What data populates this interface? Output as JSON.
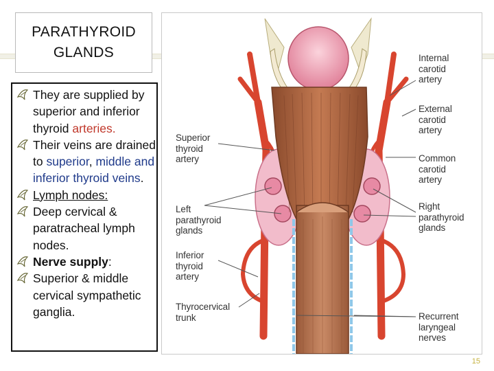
{
  "slide": {
    "title": "PARATHYROID\nGLANDS",
    "page_number": "15"
  },
  "bullets": [
    {
      "parts": [
        {
          "text": "They are supplied by superior and inferior thyroid "
        },
        {
          "text": "arteries.",
          "style": "red"
        }
      ]
    },
    {
      "parts": [
        {
          "text": "Their veins are drained to "
        },
        {
          "text": "superior",
          "style": "blue"
        },
        {
          "text": ", "
        },
        {
          "text": "middle and inferior thyroid veins",
          "style": "blue"
        },
        {
          "text": "."
        }
      ]
    },
    {
      "parts": [
        {
          "text": "Lymph nodes:",
          "style": "u"
        }
      ]
    },
    {
      "parts": [
        {
          "text": "Deep cervical & paratracheal lymph nodes."
        }
      ]
    },
    {
      "parts": [
        {
          "text": "Nerve supply",
          "style": "bold"
        },
        {
          "text": ":"
        }
      ]
    },
    {
      "parts": [
        {
          "text": "Superior & middle cervical sympathetic ganglia."
        }
      ]
    }
  ],
  "figure": {
    "labels": {
      "internal_carotid": "Internal\ncarotid\nartery",
      "external_carotid": "External\ncarotid\nartery",
      "common_carotid": "Common\ncarotid\nartery",
      "right_parathyroid": "Right\nparathyroid\nglands",
      "recurrent_laryngeal": "Recurrent\nlaryngeal\nnerves",
      "superior_thyroid": "Superior\nthyroid\nartery",
      "left_parathyroid": "Left\nparathyroid\nglands",
      "inferior_thyroid": "Inferior\nthyroid\nartery",
      "thyrocervical": "Thyrocervical\ntrunk"
    }
  },
  "colors": {
    "artery": "#d8452f",
    "artery_dark": "#a82c1c",
    "muscle": "#b46a46",
    "muscle_dark": "#8a4a2c",
    "thyroid": "#f0b7c6",
    "parathyroid": "#e78aa4",
    "nerve": "#e9e2c8",
    "vein": "#8fc7e8",
    "label_line": "#555555"
  }
}
